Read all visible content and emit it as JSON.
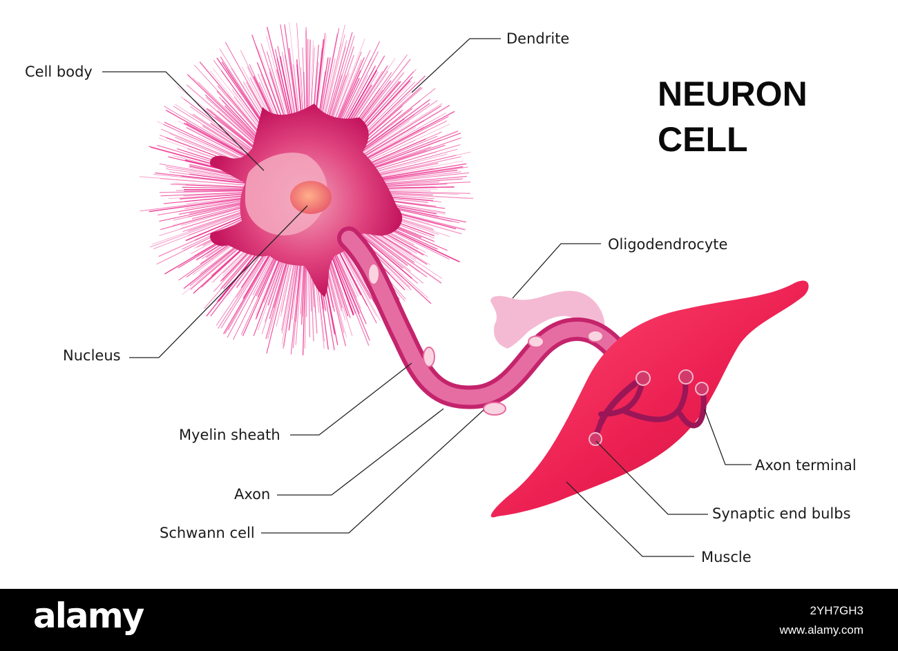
{
  "title": {
    "line1": "NEURON",
    "line2": "CELL"
  },
  "labels": {
    "cell_body": "Cell body",
    "dendrite": "Dendrite",
    "nucleus": "Nucleus",
    "oligodendrocyte": "Oligodendrocyte",
    "myelin_sheath": "Myelin sheath",
    "axon": "Axon",
    "schwann_cell": "Schwann cell",
    "axon_terminal": "Axon terminal",
    "synaptic_end_bulbs": "Synaptic end bulbs",
    "muscle": "Muscle"
  },
  "footer": {
    "brand": "alamy",
    "image_id": "2YH7GH3",
    "site": "www.alamy.com"
  },
  "colors": {
    "spikes": "#e8157f",
    "cell_body": "#d81b73",
    "nucleus": "#f08a80",
    "muscle": "#ee2157",
    "axon": "#e23a86",
    "axon_terminal": "#9b1657",
    "footer_bg": "#000000"
  }
}
